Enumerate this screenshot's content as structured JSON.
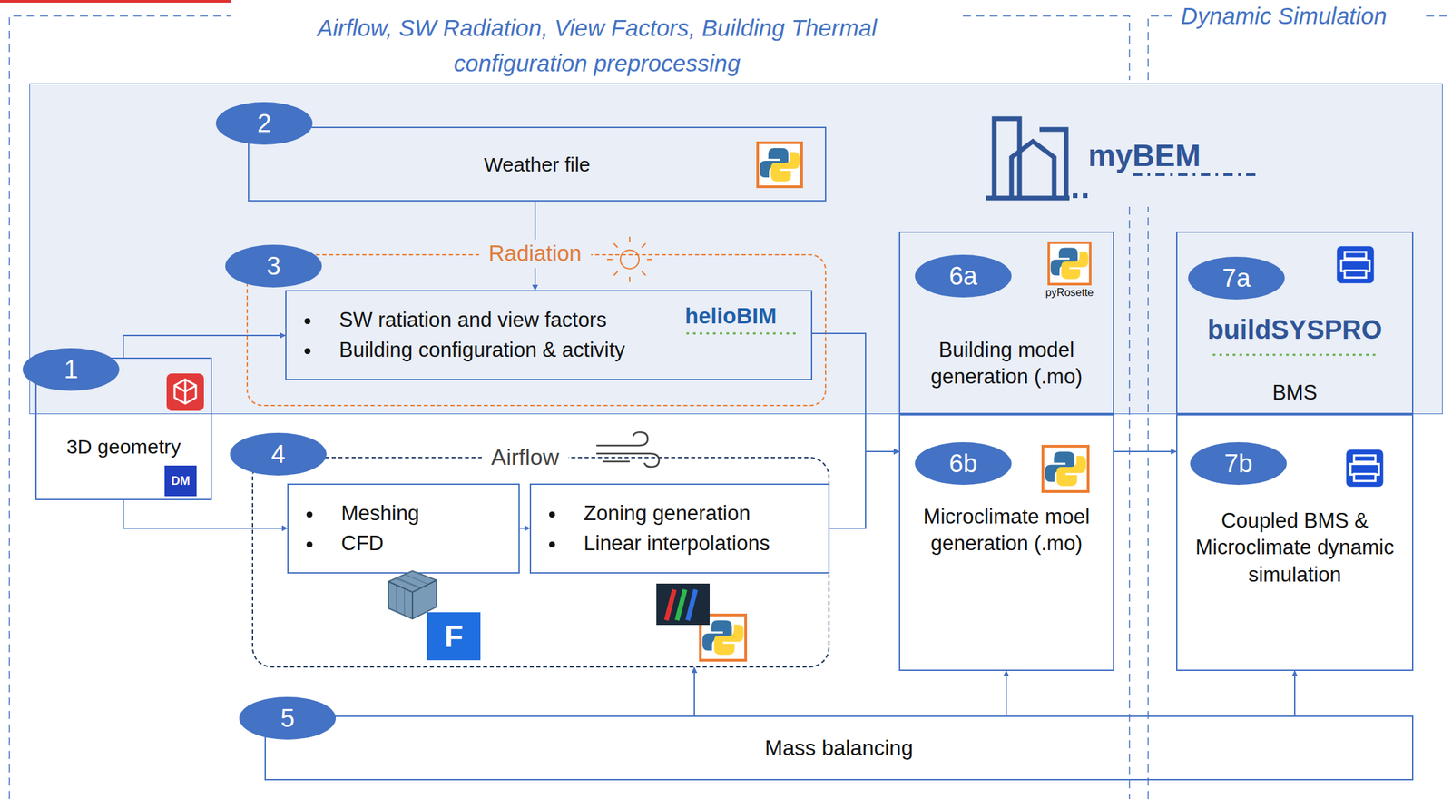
{
  "diagram": {
    "nodes": [
      {
        "text": [
          "myBEM"
        ]
      },
      {
        "text": [
          "Weather file"
        ],
        "in": 0
      },
      {
        "text": [
          "Radiation"
        ],
        "in": 0
      },
      {
        "text": [
          "SW ratiation and view factors",
          "Building configuration & activity"
        ],
        "in": 2
      },
      {
        "text": [
          "3D geometry"
        ]
      },
      {
        "text": [
          "Airflow"
        ]
      },
      {
        "text": [
          "Meshing",
          "CFD"
        ],
        "in": 5
      },
      {
        "text": [
          "Zoning generation",
          "Linear interpolations"
        ],
        "in": 5
      },
      {
        "text": [
          "Building model generation (.mo)"
        ],
        "in": 0
      },
      {
        "text": [
          "Microclimate moel generation (.mo)"
        ]
      },
      {
        "text": [
          "BMS"
        ],
        "in": 0
      },
      {
        "text": [
          "Coupled BMS & Microclimate dynamic simulation"
        ]
      },
      {
        "text": [
          "Mass balancing"
        ]
      }
    ],
    "edges": [
      {
        "from": 1,
        "to": 3,
        "arrow": "to"
      },
      {
        "from": 4,
        "to": 3,
        "arrow": "to"
      },
      {
        "from": 4,
        "to": 6,
        "arrow": "to"
      },
      {
        "from": 6,
        "to": 7,
        "arrow": "to"
      },
      {
        "from": 3,
        "to": 9,
        "arrow": "to"
      },
      {
        "from": 7,
        "to": 9,
        "arrow": "to"
      },
      {
        "from": 9,
        "to": 11,
        "arrow": "to"
      },
      {
        "from": 12,
        "to": 5,
        "arrow": "to"
      },
      {
        "from": 12,
        "to": 9,
        "arrow": "to"
      },
      {
        "from": 12,
        "to": 11,
        "arrow": "to"
      }
    ],
    "labels": [
      "Airflow, SW Radiation, View Factors, Building Thermal configuration preprocessing",
      "Dynamic Simulation",
      "1",
      "2",
      "3",
      "4",
      "5",
      "6a",
      "6b",
      "7a",
      "7b",
      "helioBIM",
      "pyRosette",
      "buildSYSPRO",
      "DM",
      "F"
    ]
  }
}
